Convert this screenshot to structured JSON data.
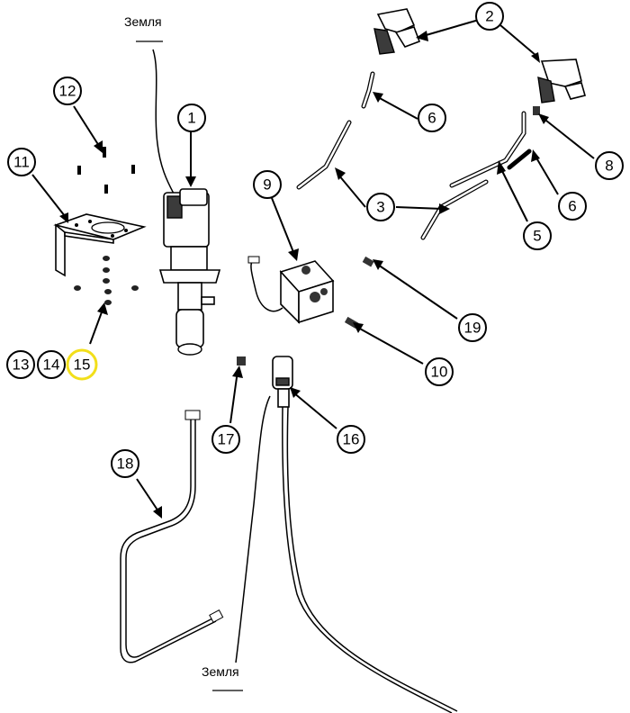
{
  "ground_label": "Земля",
  "callouts": [
    {
      "id": "c1",
      "label": "1"
    },
    {
      "id": "c2",
      "label": "2"
    },
    {
      "id": "c3",
      "label": "3"
    },
    {
      "id": "c5",
      "label": "5"
    },
    {
      "id": "c6a",
      "label": "6"
    },
    {
      "id": "c6b",
      "label": "6"
    },
    {
      "id": "c8",
      "label": "8"
    },
    {
      "id": "c9",
      "label": "9"
    },
    {
      "id": "c10",
      "label": "10"
    },
    {
      "id": "c11",
      "label": "11"
    },
    {
      "id": "c12",
      "label": "12"
    },
    {
      "id": "c13",
      "label": "13"
    },
    {
      "id": "c14",
      "label": "14"
    },
    {
      "id": "c15",
      "label": "15"
    },
    {
      "id": "c16",
      "label": "16"
    },
    {
      "id": "c17",
      "label": "17"
    },
    {
      "id": "c18",
      "label": "18"
    },
    {
      "id": "c19",
      "label": "19"
    }
  ],
  "highlight_callout": "15",
  "colors": {
    "line": "#000000",
    "highlight": "#f2df1a",
    "background": "#ffffff"
  }
}
